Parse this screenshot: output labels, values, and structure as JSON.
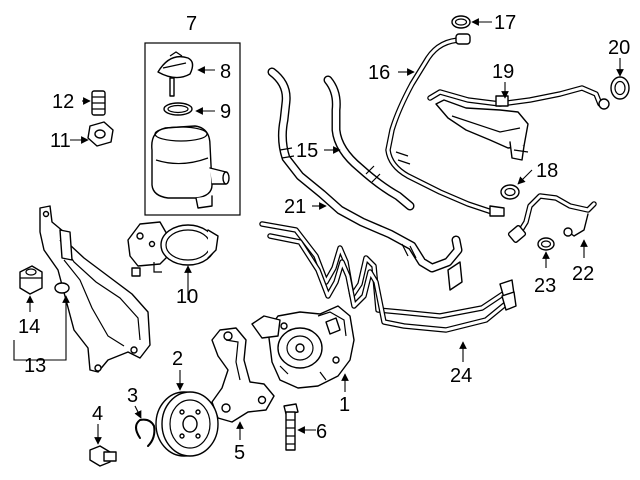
{
  "callouts": {
    "c1": "1",
    "c2": "2",
    "c3": "3",
    "c4": "4",
    "c5": "5",
    "c6": "6",
    "c7": "7",
    "c8": "8",
    "c9": "9",
    "c10": "10",
    "c11": "11",
    "c12": "12",
    "c13": "13",
    "c14": "14",
    "c15": "15",
    "c16": "16",
    "c17": "17",
    "c18": "18",
    "c19": "19",
    "c20": "20",
    "c21": "21",
    "c22": "22",
    "c23": "23",
    "c24": "24"
  },
  "colors": {
    "line": "#000000",
    "background": "#ffffff"
  }
}
